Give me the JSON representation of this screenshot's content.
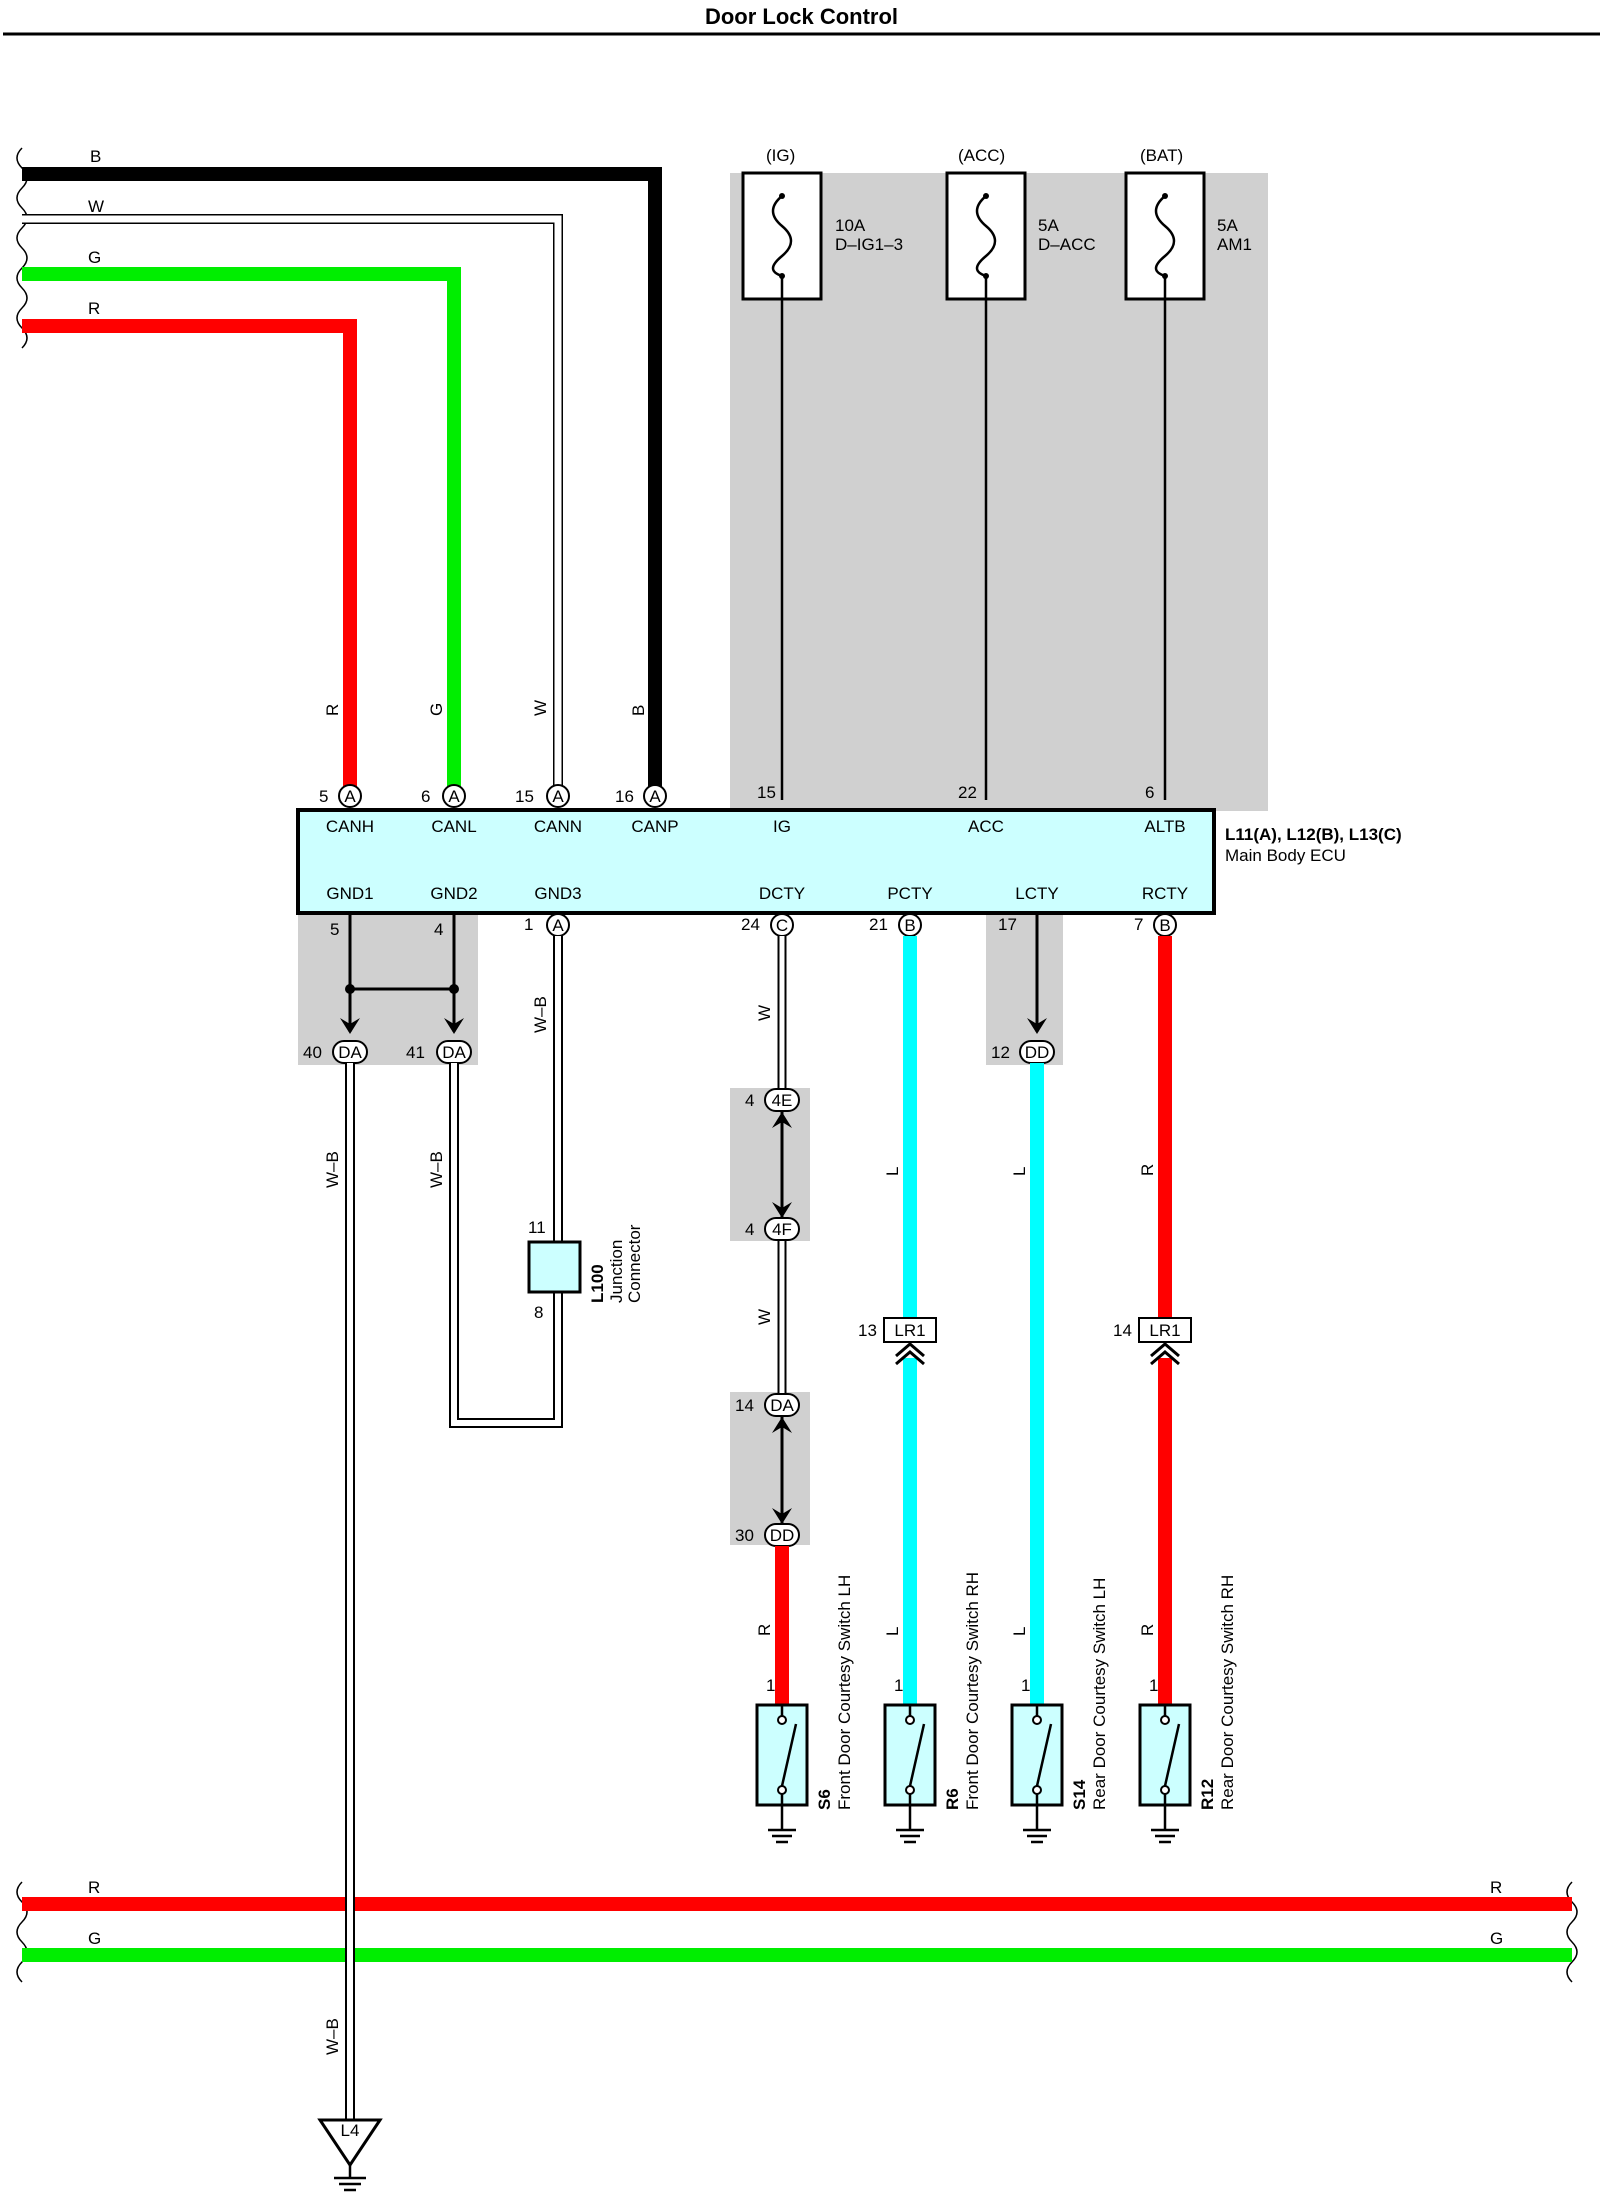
{
  "title": "Door Lock Control",
  "colors": {
    "black": "#000000",
    "red": "#ff0000",
    "green": "#00ee00",
    "cyan": "#00ffff",
    "shade": "#d0d0d0",
    "ecu": "#ccffff"
  },
  "bus_wires": [
    {
      "label": "B",
      "color": "black"
    },
    {
      "label": "W",
      "color": "white"
    },
    {
      "label": "G",
      "color": "green"
    },
    {
      "label": "R",
      "color": "red"
    }
  ],
  "fuses": [
    {
      "source": "(IG)",
      "amp": "10A",
      "name": "D–IG1–3",
      "pin": "15",
      "terminal": "IG"
    },
    {
      "source": "(ACC)",
      "amp": "5A",
      "name": "D–ACC",
      "pin": "22",
      "terminal": "ACC"
    },
    {
      "source": "(BAT)",
      "amp": "5A",
      "name": "AM1",
      "pin": "6",
      "terminal": "ALTB"
    }
  ],
  "ecu": {
    "connectors": "L11(A), L12(B), L13(C)",
    "name": "Main Body ECU",
    "top_terms": [
      {
        "pin": "5",
        "conn": "A",
        "label": "CANH",
        "wire": "R"
      },
      {
        "pin": "6",
        "conn": "A",
        "label": "CANL",
        "wire": "G"
      },
      {
        "pin": "15",
        "conn": "A",
        "label": "CANN",
        "wire": "W"
      },
      {
        "pin": "16",
        "conn": "A",
        "label": "CANP",
        "wire": "B"
      }
    ],
    "bottom_terms": [
      {
        "pin": "5",
        "conn": "",
        "label": "GND1"
      },
      {
        "pin": "4",
        "conn": "",
        "label": "GND2"
      },
      {
        "pin": "1",
        "conn": "A",
        "label": "GND3"
      },
      {
        "pin": "24",
        "conn": "C",
        "label": "DCTY"
      },
      {
        "pin": "21",
        "conn": "B",
        "label": "PCTY"
      },
      {
        "pin": "17",
        "conn": "",
        "label": "LCTY"
      },
      {
        "pin": "7",
        "conn": "B",
        "label": "RCTY"
      }
    ]
  },
  "connectors": {
    "da40": {
      "pin": "40",
      "id": "DA"
    },
    "da41": {
      "pin": "41",
      "id": "DA"
    },
    "dd12": {
      "pin": "12",
      "id": "DD"
    },
    "c4e": {
      "pin": "4",
      "id": "4E"
    },
    "c4f": {
      "pin": "4",
      "id": "4F"
    },
    "da14": {
      "pin": "14",
      "id": "DA"
    },
    "dd30": {
      "pin": "30",
      "id": "DD"
    },
    "lr1a": {
      "pin": "13",
      "id": "LR1"
    },
    "lr1b": {
      "pin": "14",
      "id": "LR1"
    }
  },
  "junction": {
    "id": "L100",
    "name_line1": "Junction",
    "name_line2": "Connector",
    "pin_top": "11",
    "pin_bottom": "8"
  },
  "wire_labels": {
    "wb": "W–B",
    "w": "W",
    "l": "L",
    "r": "R"
  },
  "switches": [
    {
      "id": "S6",
      "name": "Front Door Courtesy Switch LH",
      "pin": "1",
      "wire": "R"
    },
    {
      "id": "R6",
      "name": "Front Door Courtesy Switch RH",
      "pin": "1",
      "wire": "L"
    },
    {
      "id": "S14",
      "name": "Rear Door Courtesy Switch LH",
      "pin": "1",
      "wire": "L"
    },
    {
      "id": "R12",
      "name": "Rear Door Courtesy Switch RH",
      "pin": "1",
      "wire": "R"
    }
  ],
  "bottom_bus": [
    {
      "label": "R",
      "color": "red"
    },
    {
      "label": "G",
      "color": "green"
    }
  ],
  "ground": {
    "id": "L4"
  }
}
